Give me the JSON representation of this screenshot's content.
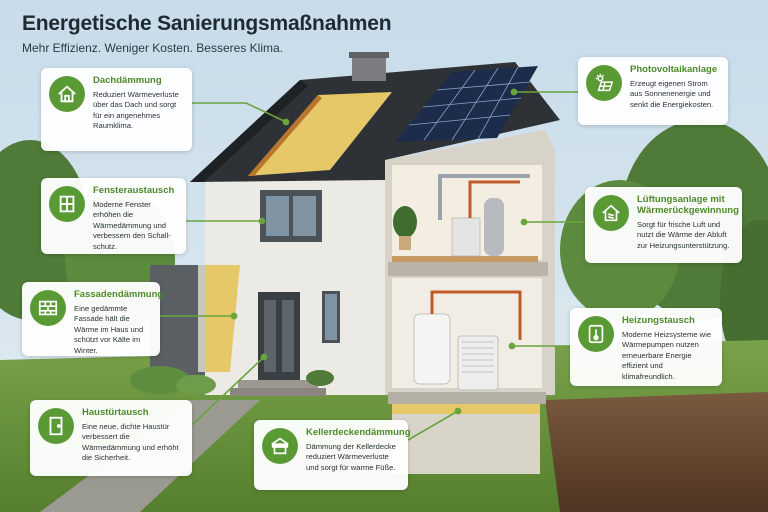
{
  "header": {
    "title": "Energetische Sanierungsmaßnahmen",
    "subtitle": "Mehr Effizienz. Weniger Kosten. Besseres Klima."
  },
  "colors": {
    "accent_green": "#5a9a35",
    "title_green": "#4d8a2a",
    "insulation_yellow": "#e7c869",
    "roof_dark": "#2e3236"
  },
  "callouts": {
    "dach": {
      "icon": "house-roof-icon",
      "title": "Dachdämmung",
      "text": "Reduziert Wärmeverluste über das Dach und sorgt für ein angenehmes Raumklima."
    },
    "fenster": {
      "icon": "window-icon",
      "title": "Fensteraustausch",
      "text": "Moderne Fenster erhöhen die Wärmedämmung und verbessern den Schall-schutz."
    },
    "fassade": {
      "icon": "brick-wall-icon",
      "title": "Fassadendämmung",
      "text": "Eine gedämmte Fassade hält die Wärme im Haus und schützt vor Kälte im Winter."
    },
    "haustuer": {
      "icon": "door-icon",
      "title": "Haustürtausch",
      "text": "Eine neue, dichte Haustür verbessert die Wärmedämmung und erhöht die Sicherheit."
    },
    "kellerdecke": {
      "icon": "basement-ceiling-icon",
      "title": "Kellerdeckendämmung",
      "text": "Dämmung der Kellerdecke reduziert Wärmeverluste und sorgt für warme Füße."
    },
    "photovoltaik": {
      "icon": "solar-panel-icon",
      "title": "Photovoltaikanlage",
      "text": "Erzeugt eigenen Strom aus Sonnenenergie und senkt die Energiekosten."
    },
    "lueftung": {
      "icon": "ventilation-house-icon",
      "title": "Lüftungsanlage mit Wärmerückgewinnung",
      "text": "Sorgt für frische Luft und nutzt die Wärme der Abluft zur Heizungsunterstützung."
    },
    "heizung": {
      "icon": "thermometer-icon",
      "title": "Heizungstausch",
      "text": "Moderne Heizsysteme wie Wärmepumpen nutzen erneuerbare Energie effizient und klimafreundlich."
    }
  }
}
